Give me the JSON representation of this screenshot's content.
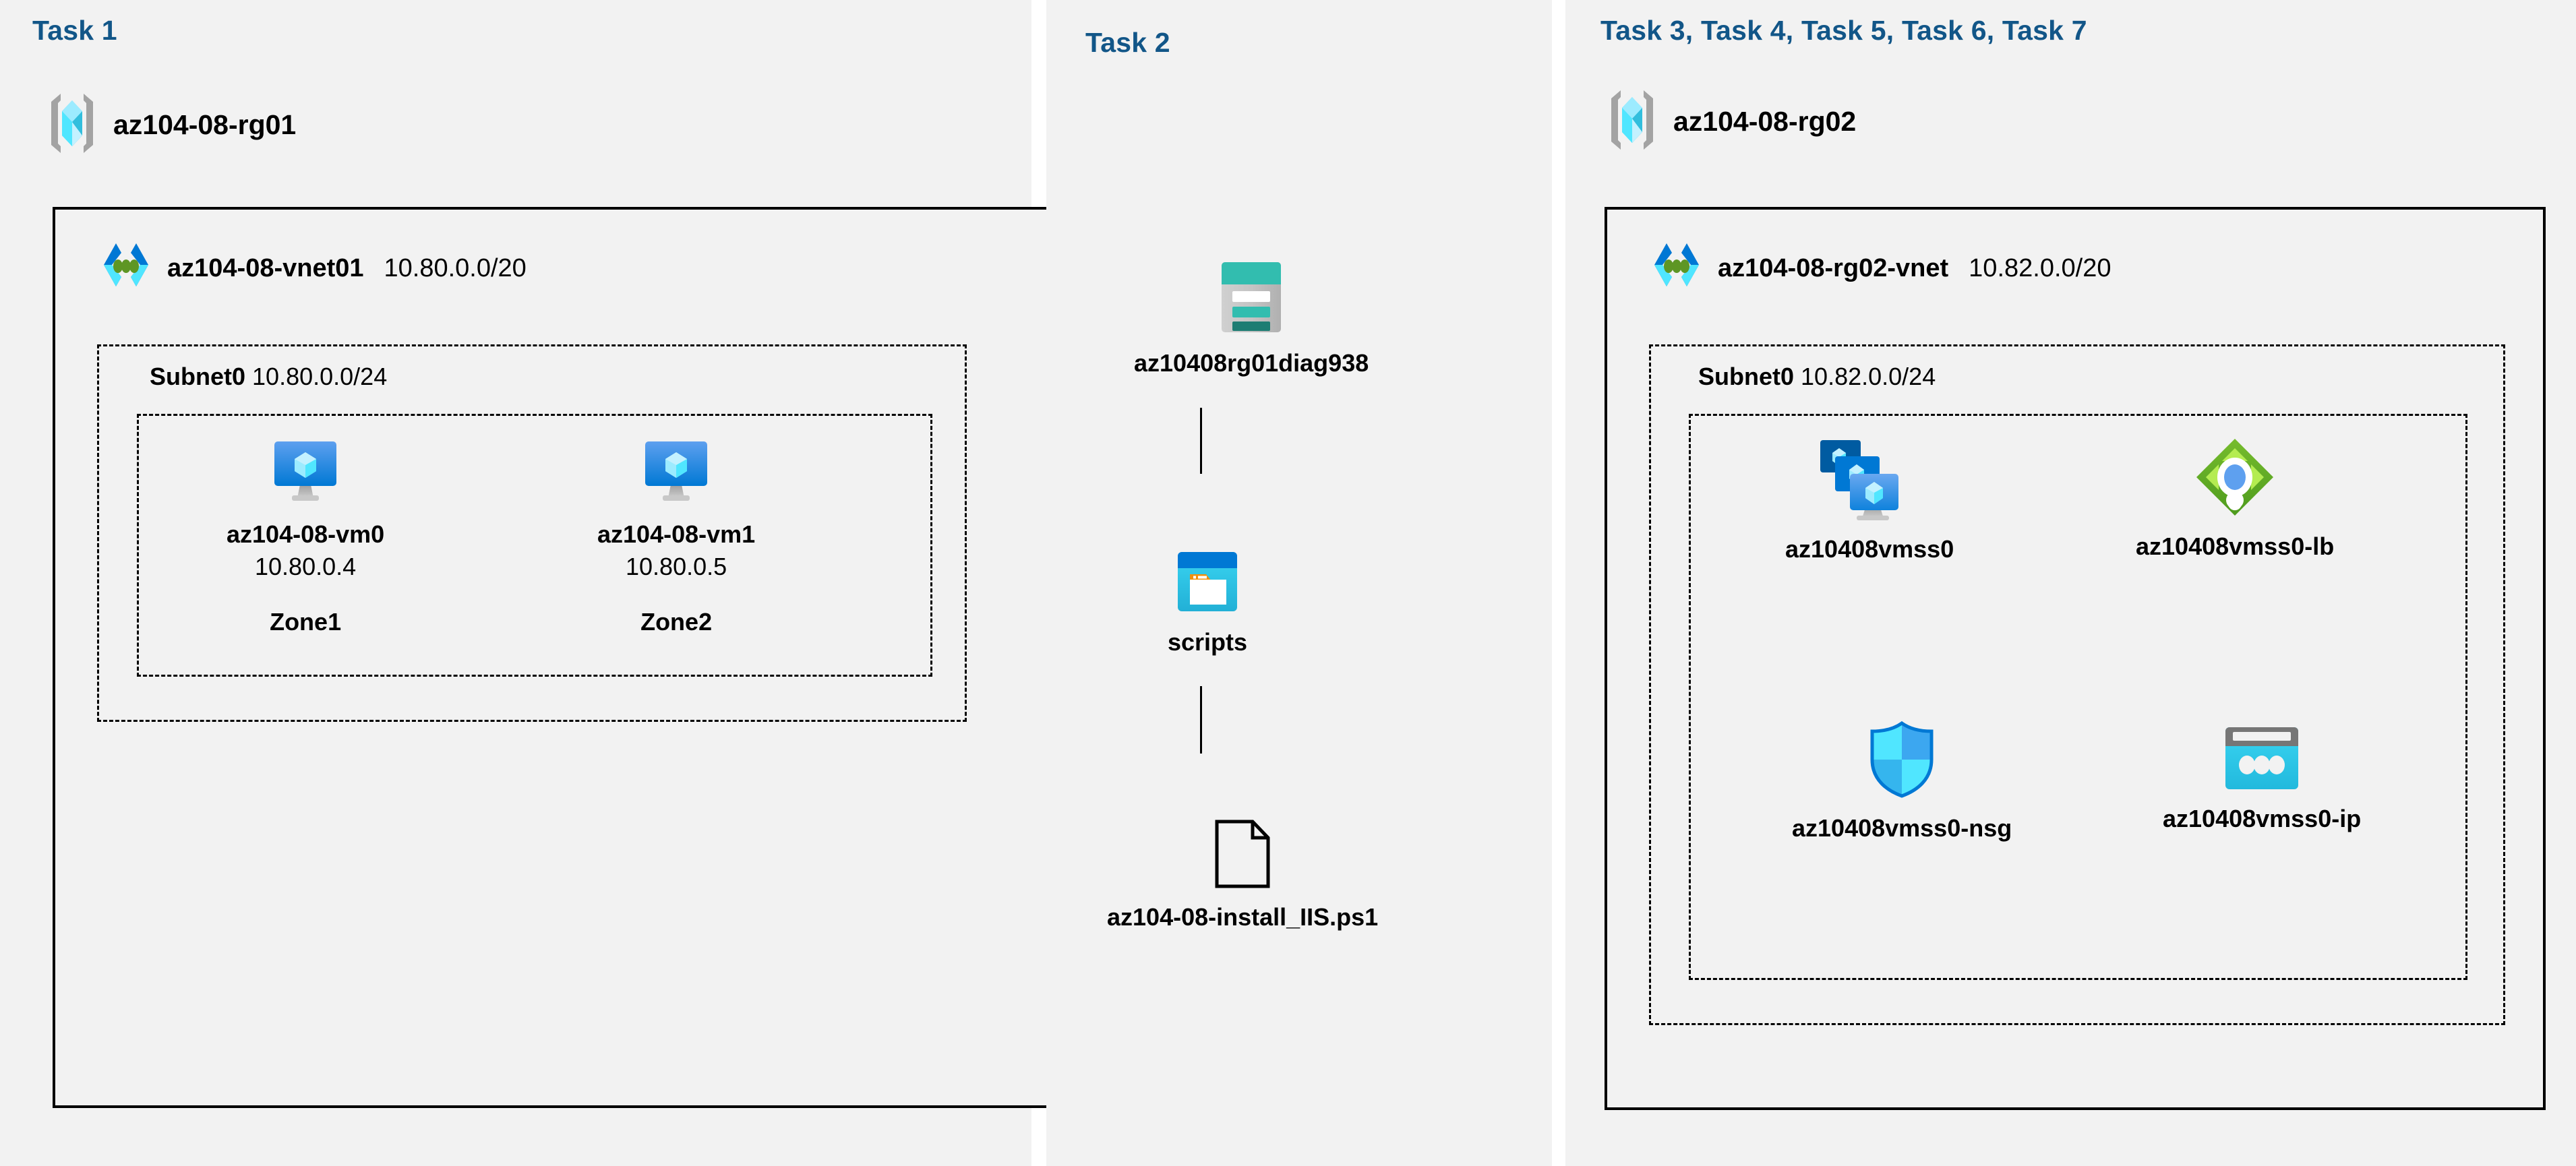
{
  "panels": [
    {
      "id": "task1",
      "label": "Task 1"
    },
    {
      "id": "task2",
      "label": "Task 2"
    },
    {
      "id": "task37",
      "label": "Task 3, Task 4, Task 5, Task 6, Task 7"
    }
  ],
  "colors": {
    "task_label": "#125688",
    "panel_background": "#f2f2f2",
    "page_background": "#ffffff",
    "border": "#000000",
    "azure_blue": "#0078d4",
    "azure_cyan": "#32bedd",
    "storage_teal": "#32bdaf",
    "lb_green": "#5ea226",
    "lb_arrow_green": "#9fe35a"
  },
  "task1": {
    "label": "Task 1",
    "resource_group": {
      "icon": "resource-group-icon",
      "name": "az104-08-rg01"
    },
    "vnet": {
      "icon": "virtual-network-icon",
      "name": "az104-08-vnet01",
      "cidr": "10.80.0.0/20"
    },
    "subnet": {
      "name": "Subnet0",
      "cidr": "10.80.0.0/24"
    },
    "vms": [
      {
        "icon": "virtual-machine-icon",
        "name": "az104-08-vm0",
        "ip": "10.80.0.4",
        "zone": "Zone1"
      },
      {
        "icon": "virtual-machine-icon",
        "name": "az104-08-vm1",
        "ip": "10.80.0.5",
        "zone": "Zone2"
      }
    ]
  },
  "task2": {
    "label": "Task 2",
    "items": [
      {
        "icon": "storage-account-icon",
        "name": "az10408rg01diag938"
      },
      {
        "icon": "blob-container-icon",
        "name": "scripts"
      },
      {
        "icon": "file-icon",
        "name": "az104-08-install_IIS.ps1"
      }
    ]
  },
  "task37": {
    "label": "Task 3, Task 4, Task 5, Task 6, Task 7",
    "resource_group": {
      "icon": "resource-group-icon",
      "name": "az104-08-rg02"
    },
    "vnet": {
      "icon": "virtual-network-icon",
      "name": "az104-08-rg02-vnet",
      "cidr": "10.82.0.0/20"
    },
    "subnet": {
      "name": "Subnet0",
      "cidr": "10.82.0.0/24"
    },
    "resources": [
      {
        "icon": "vm-scale-set-icon",
        "name": "az10408vmss0"
      },
      {
        "icon": "load-balancer-icon",
        "name": "az10408vmss0-lb"
      },
      {
        "icon": "network-security-group-icon",
        "name": "az10408vmss0-nsg"
      },
      {
        "icon": "public-ip-address-icon",
        "name": "az10408vmss0-ip"
      }
    ]
  }
}
